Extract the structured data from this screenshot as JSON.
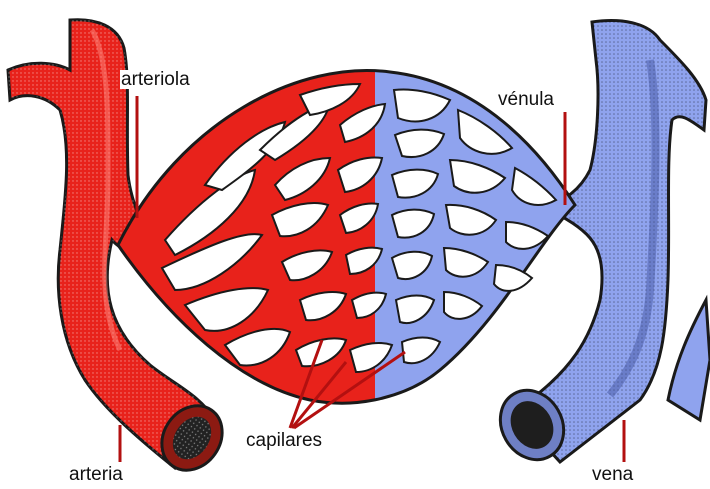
{
  "labels": {
    "arteriola": "arteriola",
    "venula": "vénula",
    "capilares": "capilares",
    "arteria": "arteria",
    "vena": "vena"
  },
  "colors": {
    "artery": "#e8221b",
    "artery_dark": "#a8110c",
    "vein": "#8fa3ee",
    "vein_dark": "#4a5fb8",
    "outline": "#1a1a1a",
    "leader_line": "#b31010",
    "lumen": "#222222",
    "background": "#ffffff"
  }
}
